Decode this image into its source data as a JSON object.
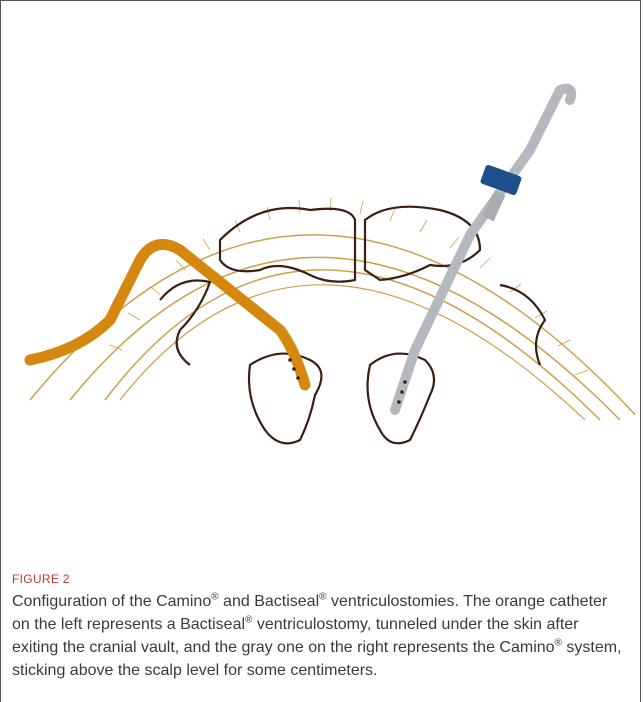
{
  "figure": {
    "label": "FIGURE 2",
    "caption_parts": [
      "Configuration of the Camino",
      "®",
      " and Bactiseal",
      "®",
      " ventriculostomies. The orange catheter on the left represents a Bactiseal",
      "®",
      " ventriculostomy, tunneled under the skin after exiting the cranial vault, and the gray one on the right represents the Camino",
      "®",
      " system, sticking above the scalp level for some centimeters."
    ]
  },
  "colors": {
    "skull": "#c9a24a",
    "brain": "#3a1f14",
    "bactiseal": "#d4880f",
    "camino": "#b5b9bf",
    "camino_hub": "#1f4f8a",
    "label": "#c0392b"
  }
}
